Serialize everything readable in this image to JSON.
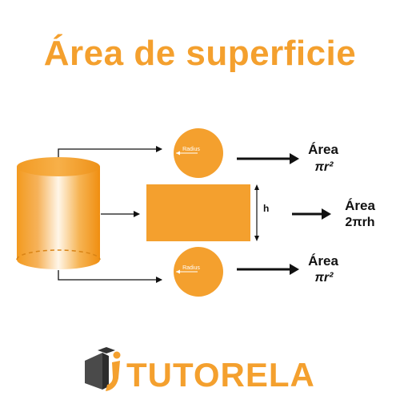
{
  "title": "Área de superficie",
  "labels": {
    "top_circle_radius": "Radius",
    "bottom_circle_radius": "Radius",
    "height": "h",
    "top_area_word": "Área",
    "top_area_formula": "πr²",
    "middle_area_word": "Área",
    "middle_area_formula": "2πrh",
    "bottom_area_word": "Área",
    "bottom_area_formula": "πr²"
  },
  "brand": {
    "name": "TUTORELA"
  },
  "colors": {
    "accent": "#F4A02E",
    "text": "#111111",
    "background": "#FFFFFF"
  }
}
